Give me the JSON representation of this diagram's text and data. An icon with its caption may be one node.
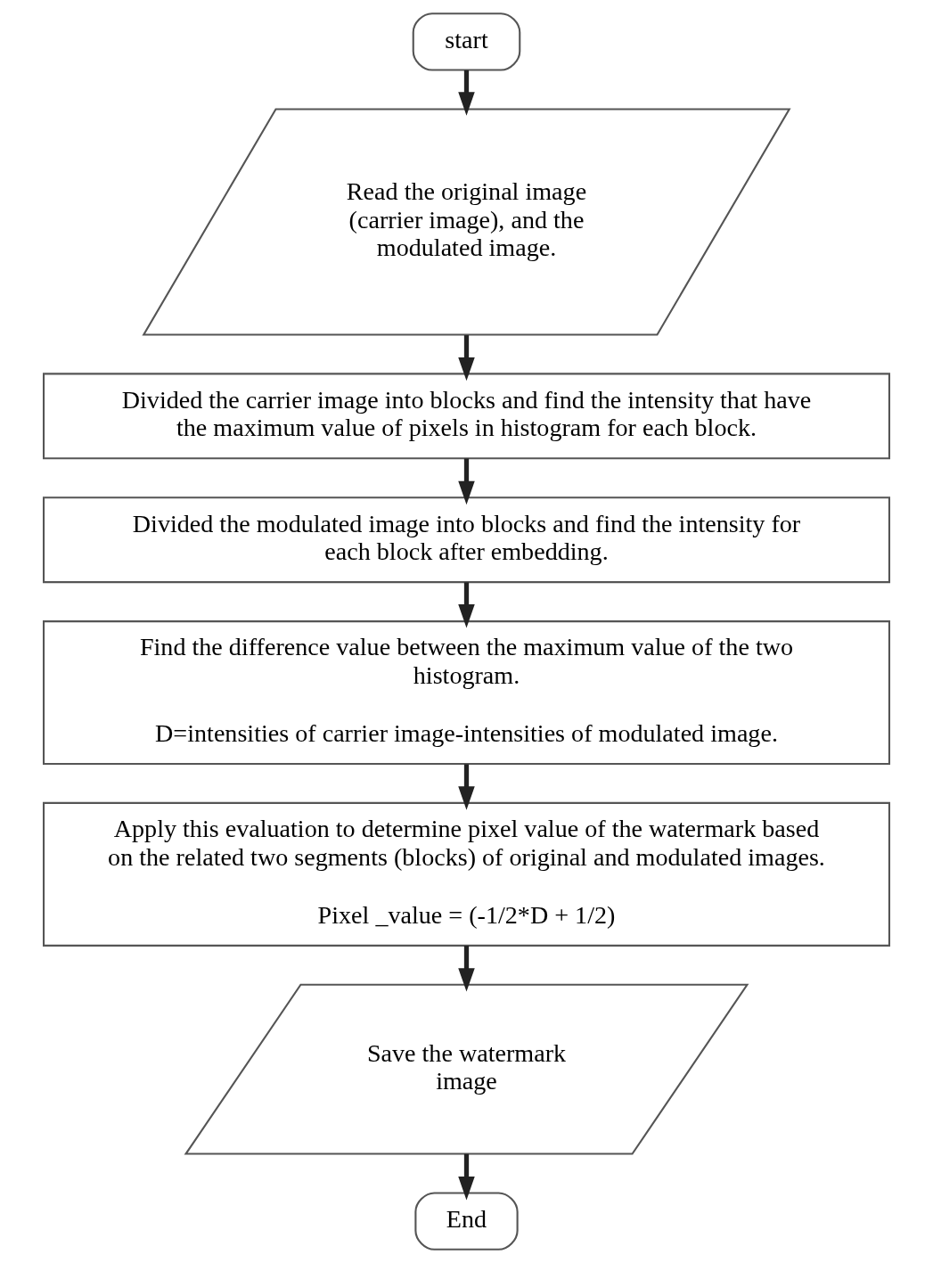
{
  "diagram": {
    "nodes": [
      {
        "text": [
          "start"
        ]
      },
      {
        "text": [
          "Read the original image (carrier image), and the modulated image."
        ]
      },
      {
        "text": [
          "Divided the carrier image into blocks and find the intensity that have the maximum value of pixels in histogram for each block."
        ]
      },
      {
        "text": [
          "Divided the modulated image into blocks and find the intensity for each block after embedding."
        ]
      },
      {
        "text": [
          "Find the difference value between the maximum value of the two histogram.",
          "D=intensities of carrier image-intensities of modulated image."
        ]
      },
      {
        "text": [
          "Apply this evaluation to determine pixel value of the watermark based on the related two segments (blocks) of original and modulated images.",
          "Pixel _value = (-1/2*D + 1/2)"
        ]
      },
      {
        "text": [
          "Save the watermark image"
        ]
      },
      {
        "text": [
          "End"
        ]
      }
    ],
    "edges": [
      {
        "from": 0,
        "to": 1,
        "arrow": "to"
      },
      {
        "from": 1,
        "to": 2,
        "arrow": "to"
      },
      {
        "from": 2,
        "to": 3,
        "arrow": "to"
      },
      {
        "from": 3,
        "to": 4,
        "arrow": "to"
      },
      {
        "from": 4,
        "to": 5,
        "arrow": "to"
      },
      {
        "from": 5,
        "to": 6,
        "arrow": "to"
      },
      {
        "from": 6,
        "to": 7,
        "arrow": "to"
      }
    ]
  }
}
